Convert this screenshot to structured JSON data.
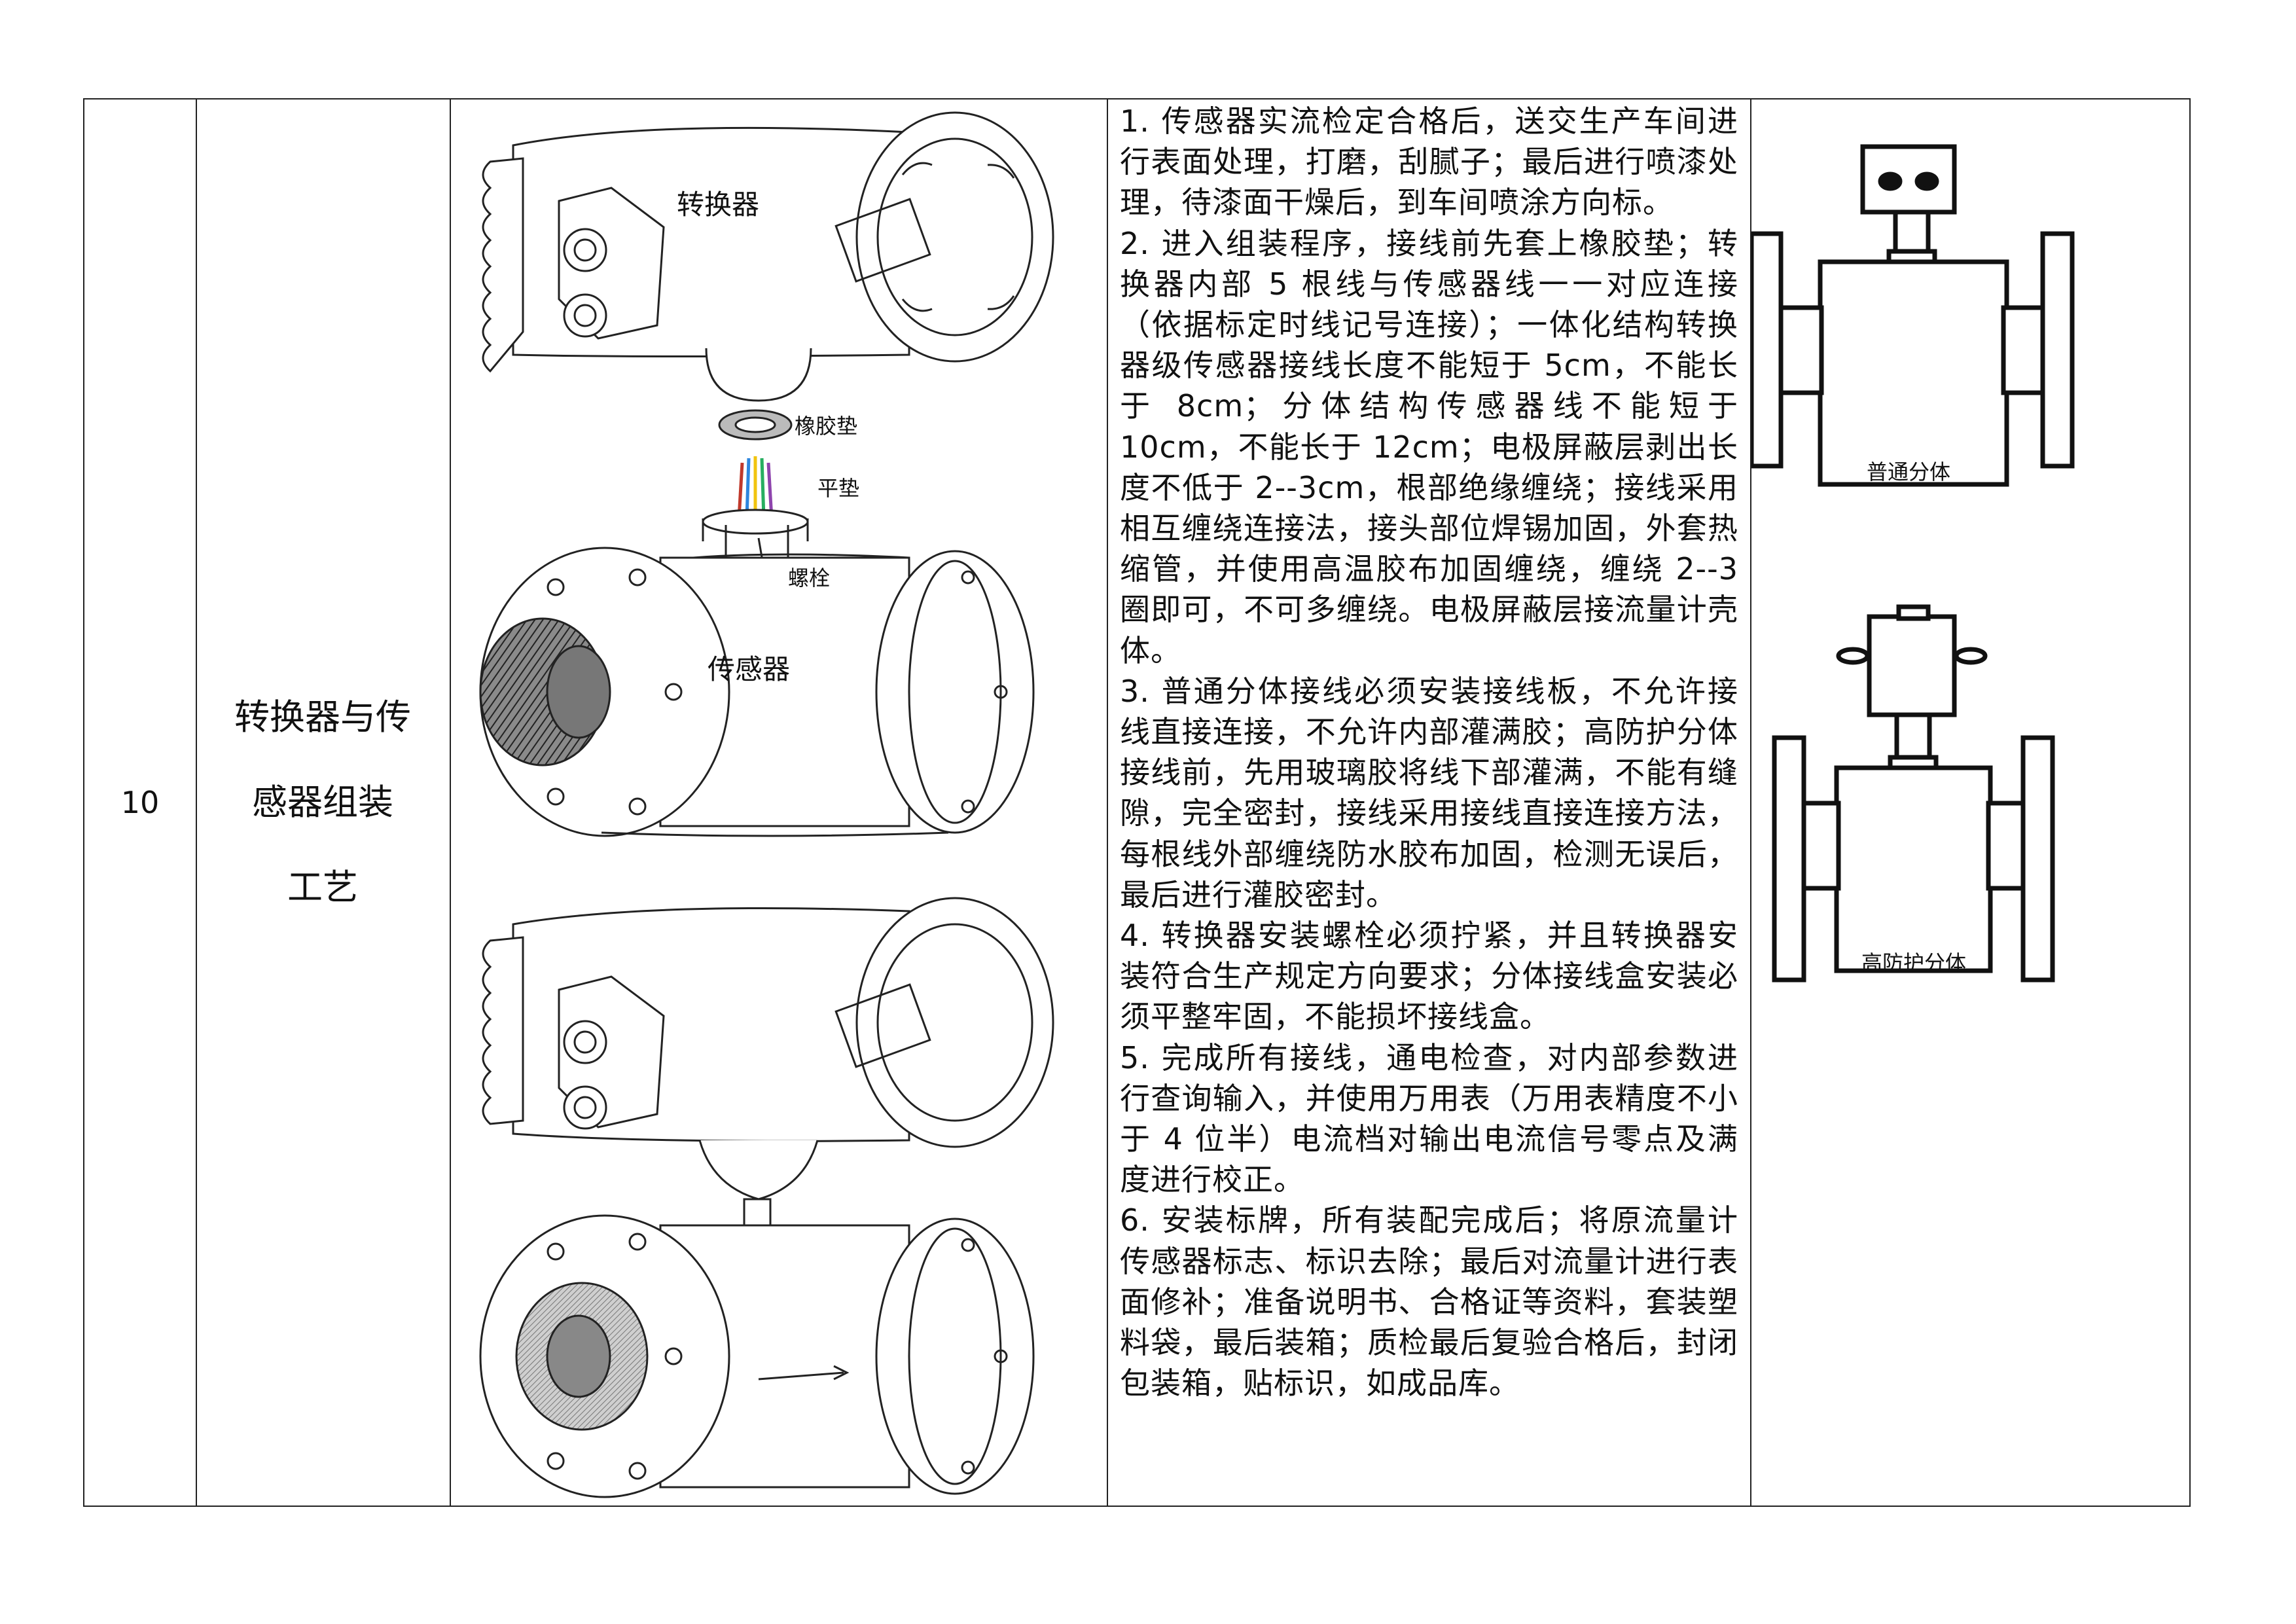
{
  "row": {
    "number": "10",
    "title_lines": [
      "转换器与传",
      "感器组装",
      "工艺"
    ]
  },
  "figure_main": {
    "converter_label": "转换器",
    "gasket_label": "橡胶垫",
    "washer_label": "平垫",
    "bolt_label": "螺栓",
    "sensor_label": "传感器"
  },
  "steps": [
    "1. 传感器实流检定合格后，送交生产车间进行表面处理，打磨，刮腻子；最后进行喷漆处理，待漆面干燥后，到车间喷涂方向标。",
    "2. 进入组装程序，接线前先套上橡胶垫；转换器内部 5 根线与传感器线一一对应连接（依据标定时线记号连接）；一体化结构转换器级传感器接线长度不能短于 5cm，不能长于 8cm；分体结构传感器线不能短于 10cm，不能长于 12cm；电极屏蔽层剥出长度不低于 2--3cm，根部绝缘缠绕；接线采用相互缠绕连接法，接头部位焊锡加固，外套热缩管，并使用高温胶布加固缠绕，缠绕 2--3 圈即可，不可多缠绕。电极屏蔽层接流量计壳体。",
    "3. 普通分体接线必须安装接线板，不允许接线直接连接，不允许内部灌满胶；高防护分体接线前，先用玻璃胶将线下部灌满，不能有缝隙，完全密封，接线采用接线直接连接方法，每根线外部缠绕防水胶布加固，检测无误后，最后进行灌胶密封。",
    "4. 转换器安装螺栓必须拧紧，并且转换器安装符合生产规定方向要求；分体接线盒安装必须平整牢固，不能损坏接线盒。",
    "5. 完成所有接线，通电检查，对内部参数进行查询输入，并使用万用表（万用表精度不小于 4 位半）电流档对输出电流信号零点及满度进行校正。",
    "6. 安装标牌，所有装配完成后；将原流量计传感器标志、标识去除；最后对流量计进行表面修补；准备说明书、合格证等资料，套装塑料袋，最后装箱；质检最后复验合格后，封闭包装箱，贴标识，如成品库。"
  ],
  "figure_side": {
    "normal_label": "普通分体",
    "high_label": "高防护分体"
  }
}
